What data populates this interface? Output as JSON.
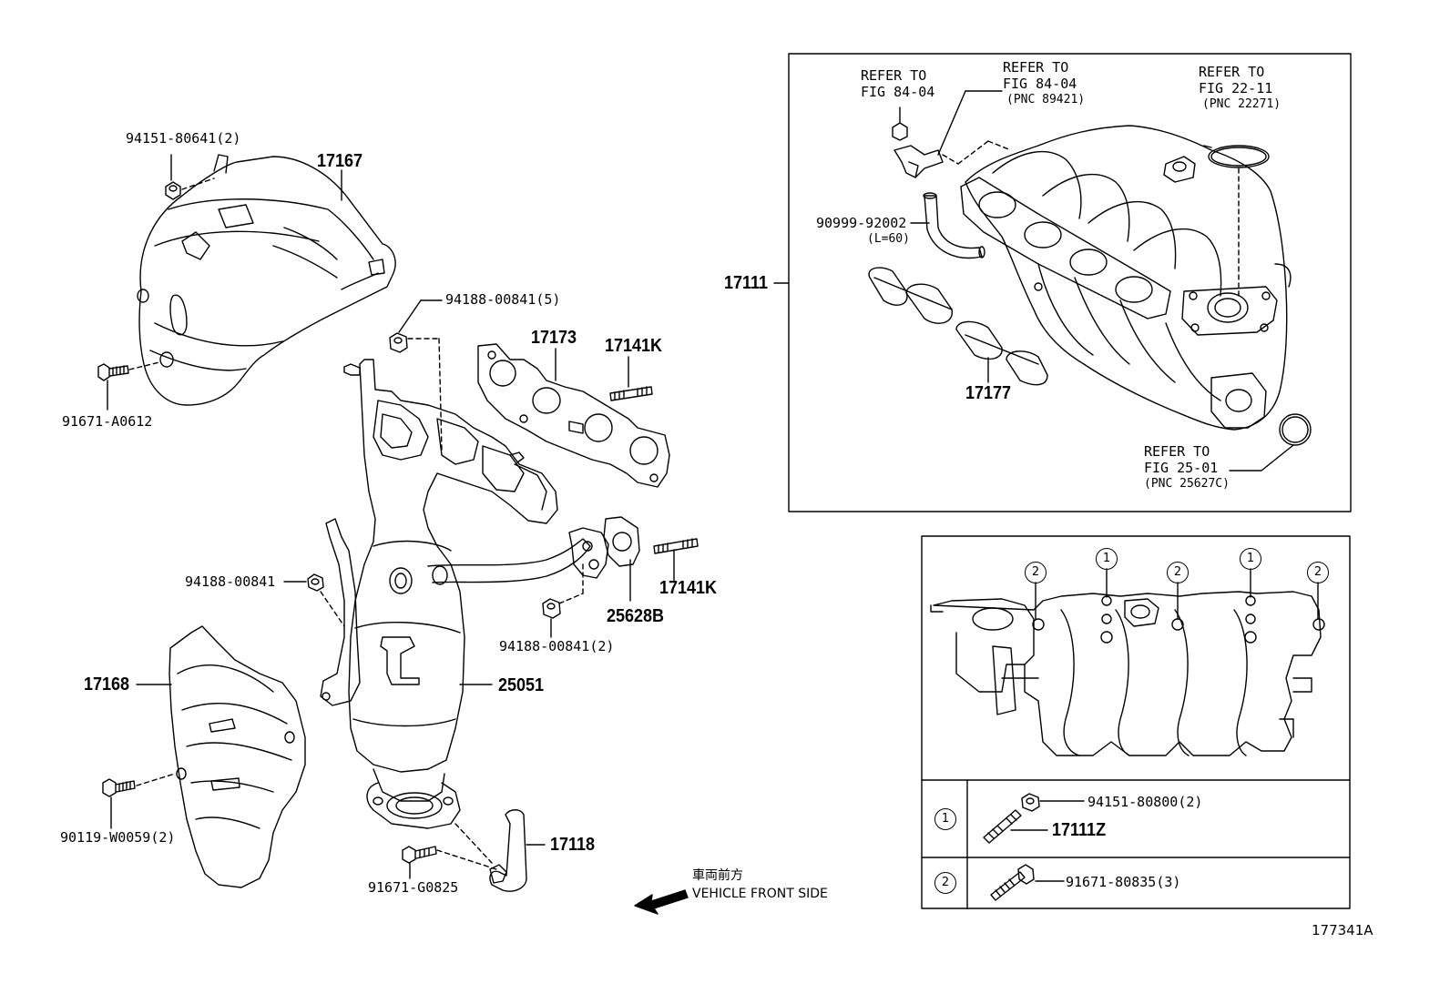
{
  "labels": {
    "p94151_80641": "94151-80641(2)",
    "p17167": "17167",
    "p94188_00841_5": "94188-00841(5)",
    "p17173": "17173",
    "p17141K_top": "17141K",
    "p91671_A0612": "91671-A0612",
    "p94188_00841": "94188-00841",
    "p17141K_bot": "17141K",
    "p25628B": "25628B",
    "p94188_00841_2": "94188-00841(2)",
    "p17168": "17168",
    "p25051": "25051",
    "p90119_W0059": "90119-W0059(2)",
    "p17118": "17118",
    "p91671_G0825": "91671-G0825",
    "p17111": "17111",
    "p90999_92002": "90999-92002",
    "p90999_len": "(L=60)",
    "p17177": "17177",
    "ref1_l1": "REFER TO",
    "ref1_l2": "FIG 84-04",
    "ref2_l1": "REFER TO",
    "ref2_l2": "FIG 84-04",
    "ref2_l3": "(PNC 89421)",
    "ref3_l1": "REFER TO",
    "ref3_l2": "FIG 22-11",
    "ref3_l3": "(PNC 22271)",
    "ref4_l1": "REFER TO",
    "ref4_l2": "FIG 25-01",
    "ref4_l3": "(PNC 25627C)",
    "p94151_80800": "94151-80800(2)",
    "p17111Z": "17111Z",
    "p91671_80835": "91671-80835(3)",
    "front_jp": "車両前方",
    "front_en": "VEHICLE FRONT SIDE",
    "figure_id": "177341A"
  },
  "markers": {
    "one": "1",
    "two": "2"
  }
}
